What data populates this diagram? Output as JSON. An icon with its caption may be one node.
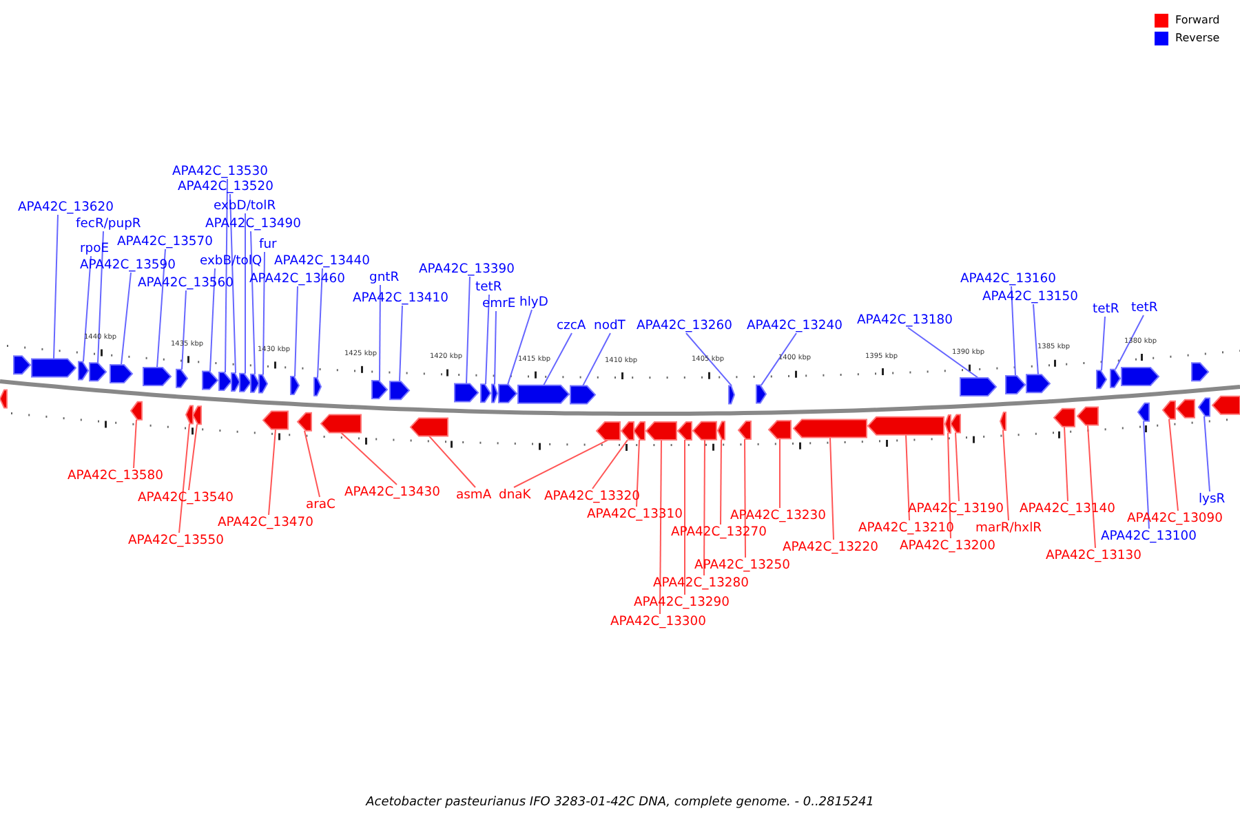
{
  "diagram": {
    "caption": "Acetobacter pasteurianus IFO 3283-01-42C DNA, complete genome. - 0..2815241",
    "nodes": [
      {
        "text": [
          "APA42C_13530"
        ]
      },
      {
        "text": [
          "APA42C_13520"
        ]
      },
      {
        "text": [
          "APA42C_13620"
        ]
      },
      {
        "text": [
          "exbD/tolR"
        ]
      },
      {
        "text": [
          "fecR/pupR"
        ]
      },
      {
        "text": [
          "APA42C_13490"
        ]
      },
      {
        "text": [
          "APA42C_13570"
        ]
      },
      {
        "text": [
          "rpoE"
        ]
      },
      {
        "text": [
          "fur"
        ]
      },
      {
        "text": [
          "exbB/tolQ"
        ]
      },
      {
        "text": [
          "APA42C_13440"
        ]
      },
      {
        "text": [
          "APA42C_13590"
        ]
      },
      {
        "text": [
          "APA42C_13390"
        ]
      },
      {
        "text": [
          "gntR"
        ]
      },
      {
        "text": [
          "APA42C_13560"
        ]
      },
      {
        "text": [
          "APA42C_13460"
        ]
      },
      {
        "text": [
          "APA42C_13160"
        ]
      },
      {
        "text": [
          "tetR"
        ]
      },
      {
        "text": [
          "APA42C_13410"
        ]
      },
      {
        "text": [
          "APA42C_13150"
        ]
      },
      {
        "text": [
          "hlyD"
        ]
      },
      {
        "text": [
          "emrE"
        ]
      },
      {
        "text": [
          "tetR"
        ]
      },
      {
        "text": [
          "tetR"
        ]
      },
      {
        "text": [
          "APA42C_13180"
        ]
      },
      {
        "text": [
          "czcA"
        ]
      },
      {
        "text": [
          "nodT"
        ]
      },
      {
        "text": [
          "APA42C_13260"
        ]
      },
      {
        "text": [
          "APA42C_13240"
        ]
      },
      {
        "text": [
          "APA42C_13580"
        ]
      },
      {
        "text": [
          "APA42C_13430"
        ]
      },
      {
        "text": [
          "asmA"
        ]
      },
      {
        "text": [
          "dnaK"
        ]
      },
      {
        "text": [
          "APA42C_13320"
        ]
      },
      {
        "text": [
          "APA42C_13540"
        ]
      },
      {
        "text": [
          "lysR"
        ]
      },
      {
        "text": [
          "araC"
        ]
      },
      {
        "text": [
          "APA42C_13190"
        ]
      },
      {
        "text": [
          "APA42C_13140"
        ]
      },
      {
        "text": [
          "APA42C_13310"
        ]
      },
      {
        "text": [
          "APA42C_13230"
        ]
      },
      {
        "text": [
          "APA42C_13090"
        ]
      },
      {
        "text": [
          "APA42C_13470"
        ]
      },
      {
        "text": [
          "APA42C_13210"
        ]
      },
      {
        "text": [
          "marR/hxlR"
        ]
      },
      {
        "text": [
          "APA42C_13270"
        ]
      },
      {
        "text": [
          "APA42C_13100"
        ]
      },
      {
        "text": [
          "APA42C_13550"
        ]
      },
      {
        "text": [
          "APA42C_13220"
        ]
      },
      {
        "text": [
          "APA42C_13200"
        ]
      },
      {
        "text": [
          "APA42C_13130"
        ]
      },
      {
        "text": [
          "APA42C_13250"
        ]
      },
      {
        "text": [
          "APA42C_13280"
        ]
      },
      {
        "text": [
          "APA42C_13290"
        ]
      },
      {
        "text": [
          "APA42C_13300"
        ]
      },
      {
        "text": [],
        "shape": "arrow"
      },
      {
        "text": [],
        "shape": "arrow"
      },
      {
        "text": [],
        "shape": "arrow"
      },
      {
        "text": [],
        "shape": "arrow"
      },
      {
        "text": [],
        "shape": "arrow"
      },
      {
        "text": [],
        "shape": "arrow"
      },
      {
        "text": [],
        "shape": "arrow"
      },
      {
        "text": [],
        "shape": "arrow"
      },
      {
        "text": [],
        "shape": "arrow"
      },
      {
        "text": [],
        "shape": "arrow"
      },
      {
        "text": [],
        "shape": "arrow"
      },
      {
        "text": [],
        "shape": "arrow"
      },
      {
        "text": [],
        "shape": "arrow"
      },
      {
        "text": [],
        "shape": "arrow"
      },
      {
        "text": [],
        "shape": "arrow"
      },
      {
        "text": [],
        "shape": "arrow"
      },
      {
        "text": [],
        "shape": "arrow"
      },
      {
        "text": [],
        "shape": "arrow"
      },
      {
        "text": [],
        "shape": "arrow"
      },
      {
        "text": [],
        "shape": "arrow"
      },
      {
        "text": [],
        "shape": "arrow"
      },
      {
        "text": [],
        "shape": "arrow"
      },
      {
        "text": [],
        "shape": "arrow"
      },
      {
        "text": [],
        "shape": "arrow"
      },
      {
        "text": [],
        "shape": "arrow"
      },
      {
        "text": [],
        "shape": "arrow"
      },
      {
        "text": [],
        "shape": "arrow"
      },
      {
        "text": [],
        "shape": "arrow"
      },
      {
        "text": [],
        "shape": "arrow"
      },
      {
        "text": [],
        "shape": "arrow"
      },
      {
        "text": [],
        "shape": "arrow"
      },
      {
        "text": [],
        "shape": "arrow"
      },
      {
        "text": [],
        "shape": "arrow"
      },
      {
        "text": [],
        "shape": "arrow"
      },
      {
        "text": [],
        "shape": "arrow"
      },
      {
        "text": [],
        "shape": "arrow"
      },
      {
        "text": [],
        "shape": "arrow"
      },
      {
        "text": [],
        "shape": "arrow"
      },
      {
        "text": [],
        "shape": "arrow"
      },
      {
        "text": [],
        "shape": "arrow"
      },
      {
        "text": [],
        "shape": "arrow"
      },
      {
        "text": [],
        "shape": "arrow"
      },
      {
        "text": [],
        "shape": "arrow"
      },
      {
        "text": [],
        "shape": "arrow"
      },
      {
        "text": [],
        "shape": "arrow"
      },
      {
        "text": [],
        "shape": "arrow"
      },
      {
        "text": [],
        "shape": "arrow"
      },
      {
        "text": [],
        "shape": "arrow"
      },
      {
        "text": [],
        "shape": "arrow"
      },
      {
        "text": [],
        "shape": "arrow"
      },
      {
        "text": [],
        "shape": "arrow"
      },
      {
        "text": [],
        "shape": "arrow"
      },
      {
        "text": [],
        "shape": "arrow"
      },
      {
        "text": [],
        "shape": "arrow"
      },
      {
        "text": [],
        "shape": "arrow"
      }
    ],
    "edges": [
      {
        "from": 0,
        "to": 55,
        "arrow": "none"
      },
      {
        "from": 1,
        "to": 56,
        "arrow": "none"
      },
      {
        "from": 2,
        "to": 57,
        "arrow": "none"
      },
      {
        "from": 3,
        "to": 58,
        "arrow": "none"
      },
      {
        "from": 4,
        "to": 59,
        "arrow": "none"
      },
      {
        "from": 5,
        "to": 60,
        "arrow": "none"
      },
      {
        "from": 6,
        "to": 61,
        "arrow": "none"
      },
      {
        "from": 7,
        "to": 62,
        "arrow": "none"
      },
      {
        "from": 8,
        "to": 63,
        "arrow": "none"
      },
      {
        "from": 9,
        "to": 64,
        "arrow": "none"
      },
      {
        "from": 10,
        "to": 65,
        "arrow": "none"
      },
      {
        "from": 11,
        "to": 66,
        "arrow": "none"
      },
      {
        "from": 12,
        "to": 67,
        "arrow": "none"
      },
      {
        "from": 13,
        "to": 68,
        "arrow": "none"
      },
      {
        "from": 14,
        "to": 69,
        "arrow": "none"
      },
      {
        "from": 15,
        "to": 70,
        "arrow": "none"
      },
      {
        "from": 16,
        "to": 71,
        "arrow": "none"
      },
      {
        "from": 17,
        "to": 72,
        "arrow": "none"
      },
      {
        "from": 18,
        "to": 73,
        "arrow": "none"
      },
      {
        "from": 19,
        "to": 74,
        "arrow": "none"
      },
      {
        "from": 20,
        "to": 75,
        "arrow": "none"
      },
      {
        "from": 21,
        "to": 76,
        "arrow": "none"
      },
      {
        "from": 22,
        "to": 77,
        "arrow": "none"
      },
      {
        "from": 23,
        "to": 78,
        "arrow": "none"
      },
      {
        "from": 24,
        "to": 79,
        "arrow": "none"
      },
      {
        "from": 25,
        "to": 80,
        "arrow": "none"
      },
      {
        "from": 26,
        "to": 81,
        "arrow": "none"
      },
      {
        "from": 27,
        "to": 82,
        "arrow": "none"
      },
      {
        "from": 28,
        "to": 83,
        "arrow": "none"
      },
      {
        "from": 29,
        "to": 84,
        "arrow": "none",
        "color": "#ff5555"
      },
      {
        "from": 30,
        "to": 85,
        "arrow": "none",
        "color": "#ff5555"
      },
      {
        "from": 31,
        "to": 86,
        "arrow": "none",
        "color": "#ff5555"
      },
      {
        "from": 32,
        "to": 87,
        "arrow": "none",
        "color": "#ff5555"
      },
      {
        "from": 33,
        "to": 88,
        "arrow": "none",
        "color": "#ff5555"
      },
      {
        "from": 34,
        "to": 89,
        "arrow": "none",
        "color": "#ff5555"
      },
      {
        "from": 35,
        "to": 90,
        "arrow": "none"
      },
      {
        "from": 36,
        "to": 91,
        "arrow": "none",
        "color": "#ff5555"
      },
      {
        "from": 37,
        "to": 92,
        "arrow": "none",
        "color": "#ff5555"
      },
      {
        "from": 38,
        "to": 93,
        "arrow": "none",
        "color": "#ff5555"
      },
      {
        "from": 39,
        "to": 94,
        "arrow": "none",
        "color": "#ff5555"
      },
      {
        "from": 40,
        "to": 95,
        "arrow": "none",
        "color": "#ff5555"
      },
      {
        "from": 41,
        "to": 96,
        "arrow": "none",
        "color": "#ff5555"
      },
      {
        "from": 42,
        "to": 97,
        "arrow": "none",
        "color": "#ff5555"
      },
      {
        "from": 43,
        "to": 98,
        "arrow": "none",
        "color": "#ff5555"
      },
      {
        "from": 44,
        "to": 99,
        "arrow": "none",
        "color": "#ff5555"
      },
      {
        "from": 45,
        "to": 100,
        "arrow": "none",
        "color": "#ff5555"
      },
      {
        "from": 46,
        "to": 101,
        "arrow": "none"
      },
      {
        "from": 47,
        "to": 102,
        "arrow": "none",
        "color": "#ff5555"
      },
      {
        "from": 48,
        "to": 103,
        "arrow": "none",
        "color": "#ff5555"
      },
      {
        "from": 49,
        "to": 104,
        "arrow": "none",
        "color": "#ff5555"
      },
      {
        "from": 50,
        "to": 105,
        "arrow": "none",
        "color": "#ff5555"
      },
      {
        "from": 51,
        "to": 106,
        "arrow": "none",
        "color": "#ff5555"
      },
      {
        "from": 52,
        "to": 107,
        "arrow": "none",
        "color": "#ff5555"
      },
      {
        "from": 53,
        "to": 108,
        "arrow": "none",
        "color": "#ff5555"
      },
      {
        "from": 54,
        "to": 109,
        "arrow": "none",
        "color": "#ff5555"
      }
    ],
    "labels": [
      "1440 kbp",
      "1435 kbp",
      "1430 kbp",
      "1425 kbp",
      "1420 kbp",
      "1415 kbp",
      "1410 kbp",
      "1405 kbp",
      "1400 kbp",
      "1395 kbp",
      "1390 kbp",
      "1385 kbp",
      "1380 kbp"
    ],
    "legend": [
      {
        "text": "Forward",
        "color": "#ff0000"
      },
      {
        "text": "Reverse",
        "color": "#0000ff"
      }
    ]
  }
}
